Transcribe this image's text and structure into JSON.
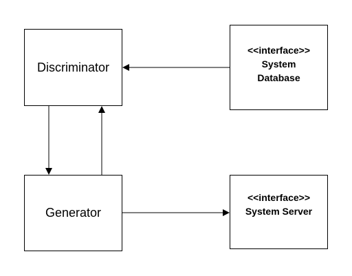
{
  "nodes": {
    "discriminator": {
      "label": "Discriminator"
    },
    "generator": {
      "label": "Generator"
    },
    "system_database": {
      "stereotype": "<<interface>>",
      "line1": "System",
      "line2": "Database"
    },
    "system_server": {
      "stereotype": "<<interface>>",
      "line1": "System Server"
    }
  },
  "edges": [
    {
      "from": "System Database",
      "to": "Discriminator"
    },
    {
      "from": "Discriminator",
      "to": "Generator"
    },
    {
      "from": "Generator",
      "to": "Discriminator"
    },
    {
      "from": "Generator",
      "to": "System Server"
    }
  ],
  "colors": {
    "stroke": "#000000",
    "background": "#ffffff"
  }
}
